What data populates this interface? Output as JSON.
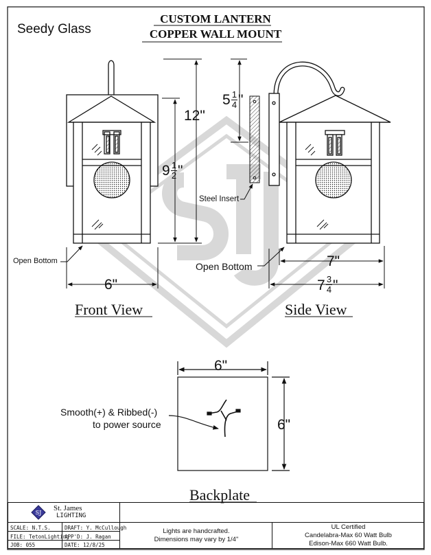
{
  "title": {
    "line1": "CUSTOM LANTERN",
    "line2": "COPPER WALL MOUNT"
  },
  "glass_type": "Seedy Glass",
  "views": {
    "front": "Front View",
    "side": "Side View",
    "backplate": "Backplate"
  },
  "dimensions": {
    "overall_height": "12\"",
    "body_height_whole": "9",
    "body_height_num": "1",
    "body_height_den": "2",
    "body_height_unit": "\"",
    "insert_whole": "5",
    "insert_num": "1",
    "insert_den": "4",
    "insert_unit": "\"",
    "front_width": "6\"",
    "side_depth": "7\"",
    "side_overall_whole": "7",
    "side_overall_num": "3",
    "side_overall_den": "4",
    "side_overall_unit": "\"",
    "backplate_width": "6\"",
    "backplate_height": "6\""
  },
  "notes": {
    "open_bottom_front": "Open Bottom",
    "open_bottom_side": "Open Bottom",
    "steel_insert": "Steel Insert",
    "wires_line1": "Smooth(+) & Ribbed(-)",
    "wires_line2": "to power source"
  },
  "title_block": {
    "company_line1": "St. James",
    "company_line2": "LIGHTING",
    "scale_label": "SCALE:",
    "scale_value": "N.T.S.",
    "draft_label": "DRAFT:",
    "draft_value": "Y. McCullough",
    "file_label": "FILE:",
    "file_value": "TetonLighting",
    "appd_label": "APP'D:",
    "appd_value": "J. Ragan",
    "job_label": "JOB:",
    "job_value": "055",
    "date_label": "DATE:",
    "date_value": "12/8/25",
    "handcrafted_line1": "Lights are handcrafted.",
    "handcrafted_line2": "Dimensions may vary by 1/4\"",
    "ul_line1": "UL Certified",
    "ul_line2": "Candelabra-Max 60 Watt Bulb",
    "ul_line3": "Edison-Max 660 Watt Bulb."
  }
}
